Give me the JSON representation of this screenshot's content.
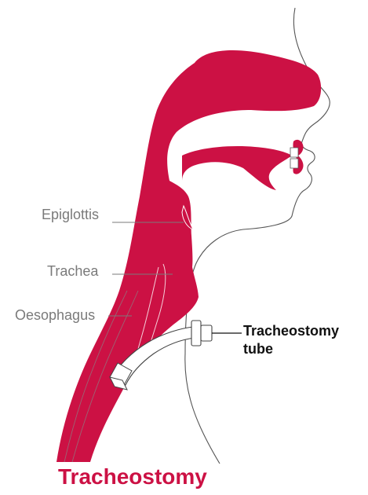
{
  "labels": {
    "epiglottis": "Epiglottis",
    "trachea": "Trachea",
    "oesophagus": "Oesophagus",
    "tube_line1": "Tracheostomy",
    "tube_line2": "tube"
  },
  "title": "Tracheostomy",
  "colors": {
    "anatomy_red": "#cc1144",
    "outline": "#555555",
    "label_gray": "#7a7a7a",
    "title_red": "#cc1144"
  }
}
